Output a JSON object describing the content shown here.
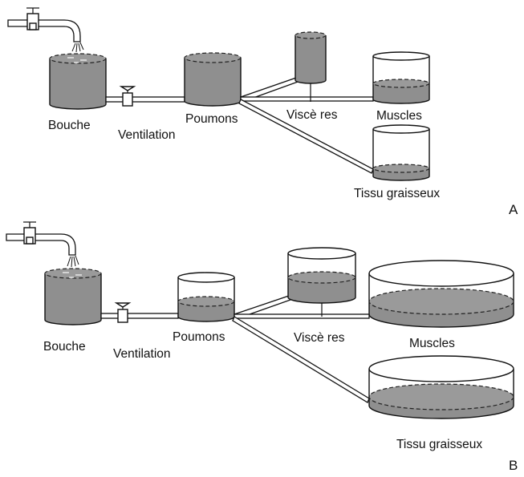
{
  "panels": {
    "a": {
      "letter": "A",
      "labels": {
        "mouth": "Bouche",
        "ventilation": "Ventilation",
        "lungs": "Poumons",
        "viscera": "Viscè res",
        "muscles": "Muscles",
        "fat": "Tissu graisseux"
      }
    },
    "b": {
      "letter": "B",
      "labels": {
        "mouth": "Bouche",
        "ventilation": "Ventilation",
        "lungs": "Poumons",
        "viscera": "Viscè res",
        "muscles": "Muscles",
        "fat": "Tissu graisseux"
      }
    }
  },
  "colors": {
    "liquid": "#8f8f8f",
    "outline": "#111111",
    "background": "#ffffff"
  }
}
